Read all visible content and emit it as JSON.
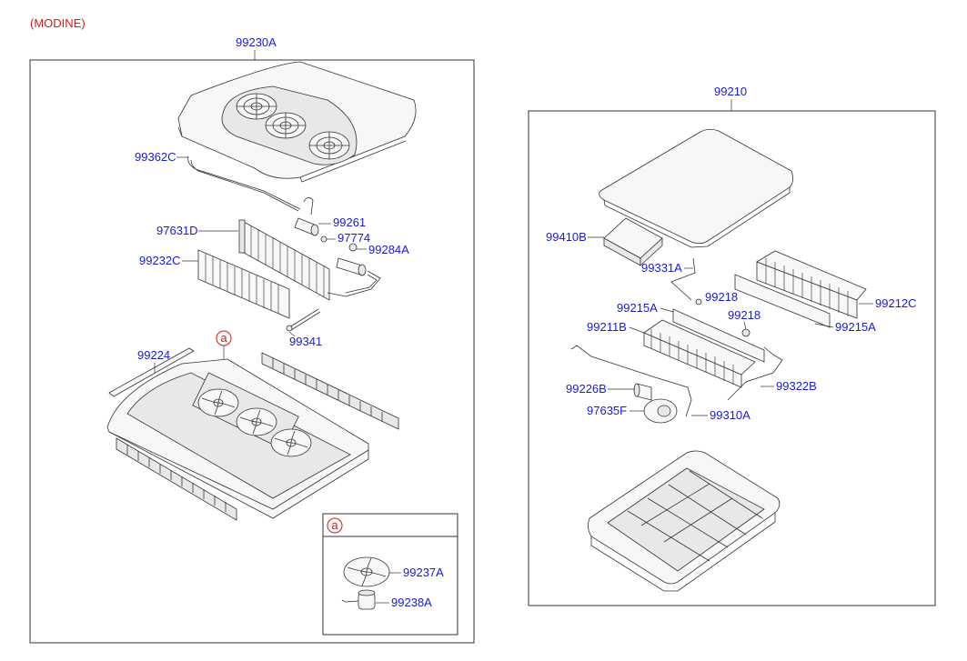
{
  "header": {
    "variant": "(MODINE)"
  },
  "left_panel": {
    "assembly_number": "99230A",
    "callouts": {
      "c99362C": "99362C",
      "c97631D": "97631D",
      "c99232C": "99232C",
      "c99261": "99261",
      "c97774": "97774",
      "c99284A": "99284A",
      "c99341": "99341",
      "c99224": "99224"
    },
    "detail_marker": "a",
    "detail_box": {
      "marker": "a",
      "c99237A": "99237A",
      "c99238A": "99238A"
    }
  },
  "right_panel": {
    "assembly_number": "99210",
    "callouts": {
      "c99410B": "99410B",
      "c99331A": "99331A",
      "c99215A_1": "99215A",
      "c99218_1": "99218",
      "c99218_2": "99218",
      "c99211B": "99211B",
      "c99212C": "99212C",
      "c99215A_2": "99215A",
      "c99226B": "99226B",
      "c97635F": "97635F",
      "c99322B": "99322B",
      "c99310A": "99310A"
    }
  },
  "colors": {
    "callout_text": "#1a1ad6",
    "variant_text": "#d11a1a",
    "line": "#333333"
  }
}
